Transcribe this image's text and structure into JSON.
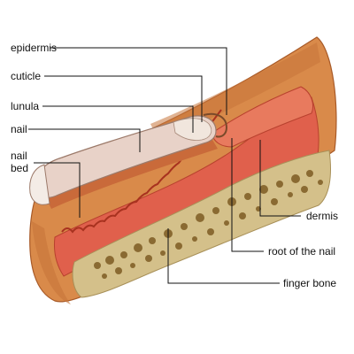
{
  "labels": {
    "epidermis": "epidermis",
    "cuticle": "cuticle",
    "lunula": "lunula",
    "nail": "nail",
    "nail_bed_line1": "nail",
    "nail_bed_line2": "bed",
    "dermis": "dermis",
    "root_of_nail": "root of the nail",
    "finger_bone": "finger bone"
  },
  "colors": {
    "skin": "#d98a4a",
    "skin_dark": "#b8612a",
    "dermis": "#e0604c",
    "nail_plate": "#e8d2c8",
    "lunula": "#f1e6dd",
    "bone": "#d4c08a",
    "bone_spongy": "#8a6a32",
    "background": "#ffffff"
  }
}
